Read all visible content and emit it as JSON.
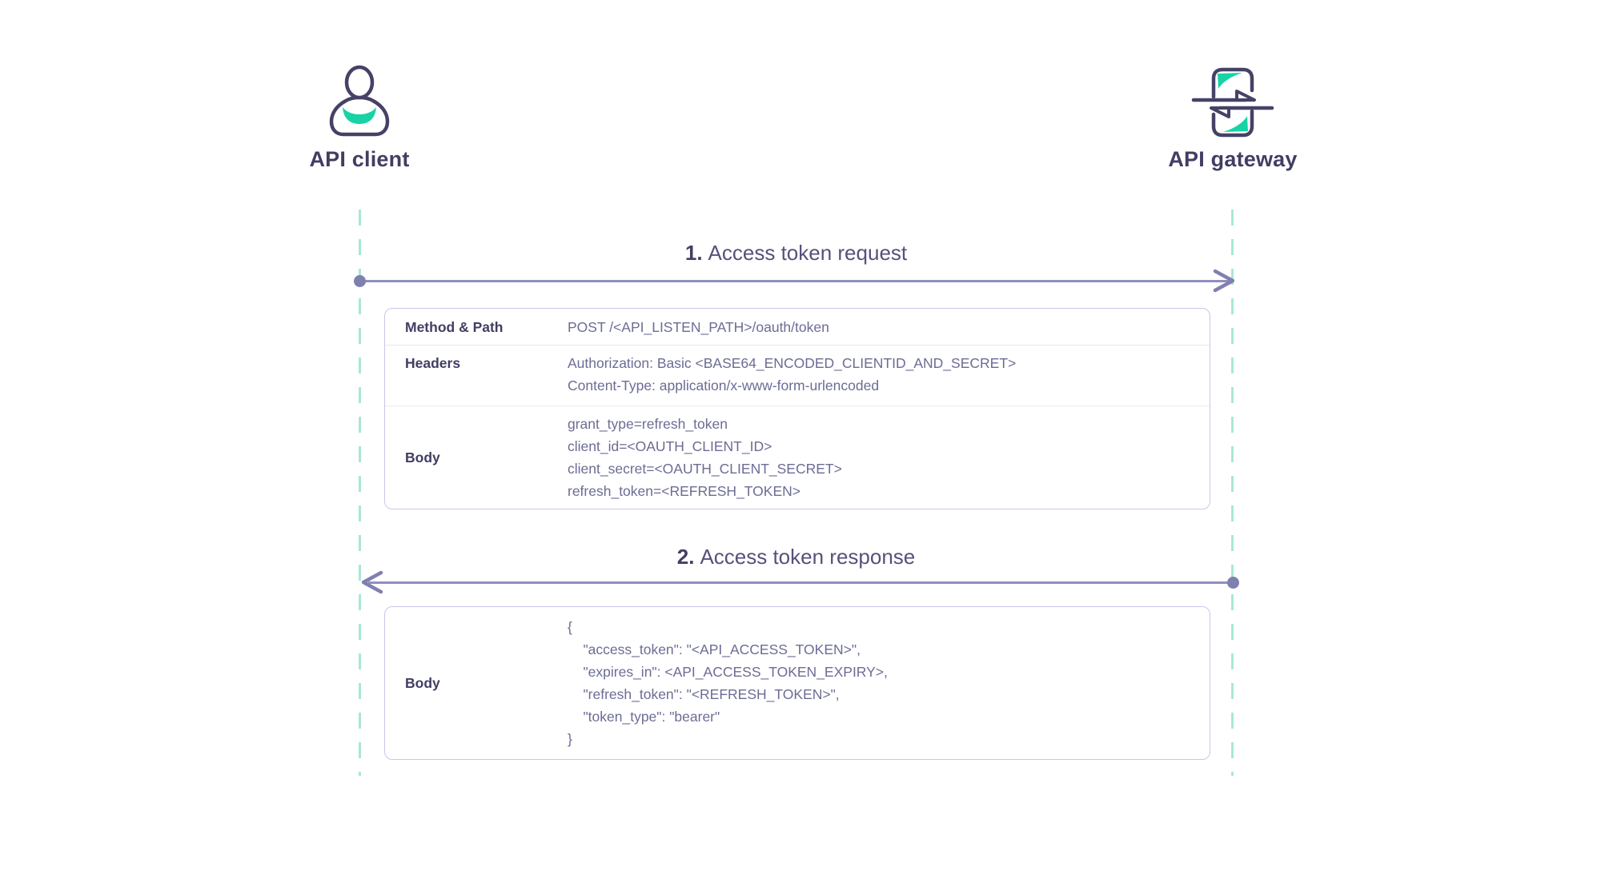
{
  "diagram": {
    "actors": [
      {
        "label": "API client",
        "icon": "person-icon"
      },
      {
        "label": "API gateway",
        "icon": "api-exchange-icon"
      }
    ],
    "messages": [
      {
        "number": "1.",
        "title": "Access token request",
        "direction": "client-to-gateway",
        "table": {
          "rows": [
            {
              "label": "Method & Path",
              "lines": [
                "POST /<API_LISTEN_PATH>/oauth/token"
              ]
            },
            {
              "label": "Headers",
              "lines": [
                "Authorization: Basic <BASE64_ENCODED_CLIENTID_AND_SECRET>",
                "Content-Type: application/x-www-form-urlencoded"
              ]
            },
            {
              "label": "Body",
              "lines": [
                "grant_type=refresh_token",
                "client_id=<OAUTH_CLIENT_ID>",
                "client_secret=<OAUTH_CLIENT_SECRET>",
                "refresh_token=<REFRESH_TOKEN>"
              ]
            }
          ]
        }
      },
      {
        "number": "2.",
        "title": "Access token response",
        "direction": "gateway-to-client",
        "table": {
          "rows": [
            {
              "label": "Body",
              "lines": [
                "{",
                "    \"access_token\": \"<API_ACCESS_TOKEN>\",",
                "    \"expires_in\": <API_ACCESS_TOKEN_EXPIRY>,",
                "    \"refresh_token\": \"<REFRESH_TOKEN>\",",
                "    \"token_type\": \"bearer\"",
                "}"
              ]
            }
          ]
        }
      }
    ],
    "colors": {
      "text_dark": "#413e63",
      "text_value": "#6c6c95",
      "text_title": "#55527a",
      "arrow_line": "#8f8fc2",
      "arrow_endpoint": "#8080b0",
      "lifeline_dash": "#a8e8d4",
      "table_border": "#cac6ec",
      "row_separator": "#eae8f6",
      "accent_teal": "#17d3a5",
      "icon_stroke": "#454266"
    }
  }
}
